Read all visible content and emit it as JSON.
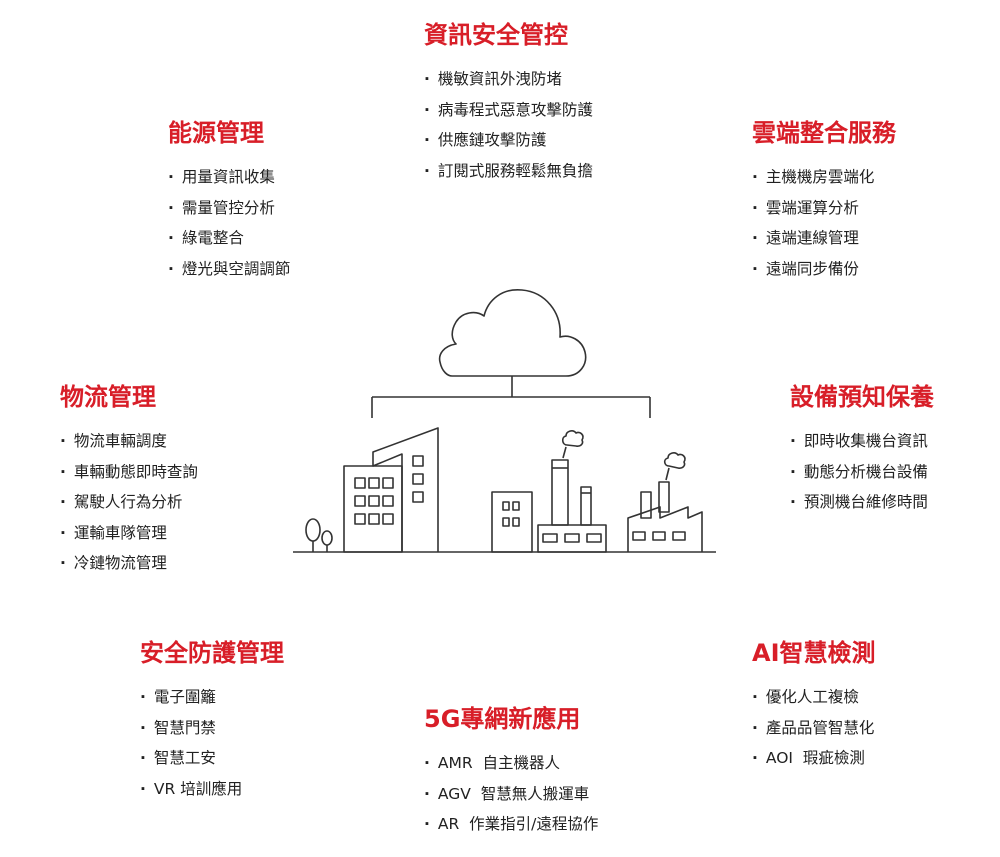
{
  "colors": {
    "accent": "#d81e28",
    "text": "#222222",
    "line": "#333333"
  },
  "sections": {
    "security": {
      "title": "資訊安全管控",
      "items": [
        "機敏資訊外洩防堵",
        "病毒程式惡意攻擊防護",
        "供應鏈攻擊防護",
        "訂閱式服務輕鬆無負擔"
      ]
    },
    "energy": {
      "title": "能源管理",
      "items": [
        "用量資訊收集",
        "需量管控分析",
        "綠電整合",
        "燈光與空調調節"
      ]
    },
    "cloud": {
      "title": "雲端整合服務",
      "items": [
        "主機機房雲端化",
        "雲端運算分析",
        "遠端連線管理",
        "遠端同步備份"
      ]
    },
    "logistics": {
      "title": "物流管理",
      "items": [
        "物流車輛調度",
        "車輛動態即時查詢",
        "駕駛人行為分析",
        "運輸車隊管理",
        "冷鏈物流管理"
      ]
    },
    "maintenance": {
      "title": "設備預知保養",
      "items": [
        "即時收集機台資訊",
        "動態分析機台設備",
        "預測機台維修時間"
      ]
    },
    "safety": {
      "title": "安全防護管理",
      "items": [
        "電子圍籬",
        "智慧門禁",
        "智慧工安",
        "VR 培訓應用"
      ]
    },
    "fiveg": {
      "title": "5G專網新應用",
      "items": [
        "AMR  自主機器人",
        "AGV  智慧無人搬運車",
        "AR  作業指引/遠程協作"
      ]
    },
    "ai": {
      "title": "AI智慧檢測",
      "items": [
        "優化人工複檢",
        "產品品管智慧化",
        "AOI  瑕疵檢測"
      ]
    }
  },
  "illustration": {
    "icons": [
      "cloud-icon",
      "office-building-icon",
      "tree-icon",
      "factory-icon"
    ]
  }
}
